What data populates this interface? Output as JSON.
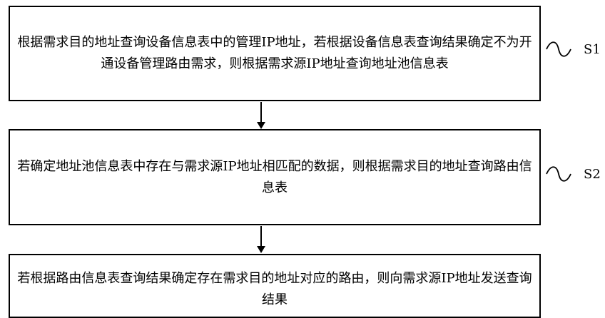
{
  "steps": [
    {
      "id": "S1",
      "text": "根据需求目的地址查询设备信息表中的管理IP地址，若根据设备信息表查询结果确定不为开通设备管理路由需求，则根据需求源IP地址查询地址池信息表"
    },
    {
      "id": "S2",
      "text": "若确定地址池信息表中存在与需求源IP地址相匹配的数据，则根据需求目的地址查询路由信息表"
    },
    {
      "id": "",
      "text": "若根据路由信息表查询结果确定存在需求目的地址对应的路由，则向需求源IP地址发送查询结果"
    }
  ]
}
